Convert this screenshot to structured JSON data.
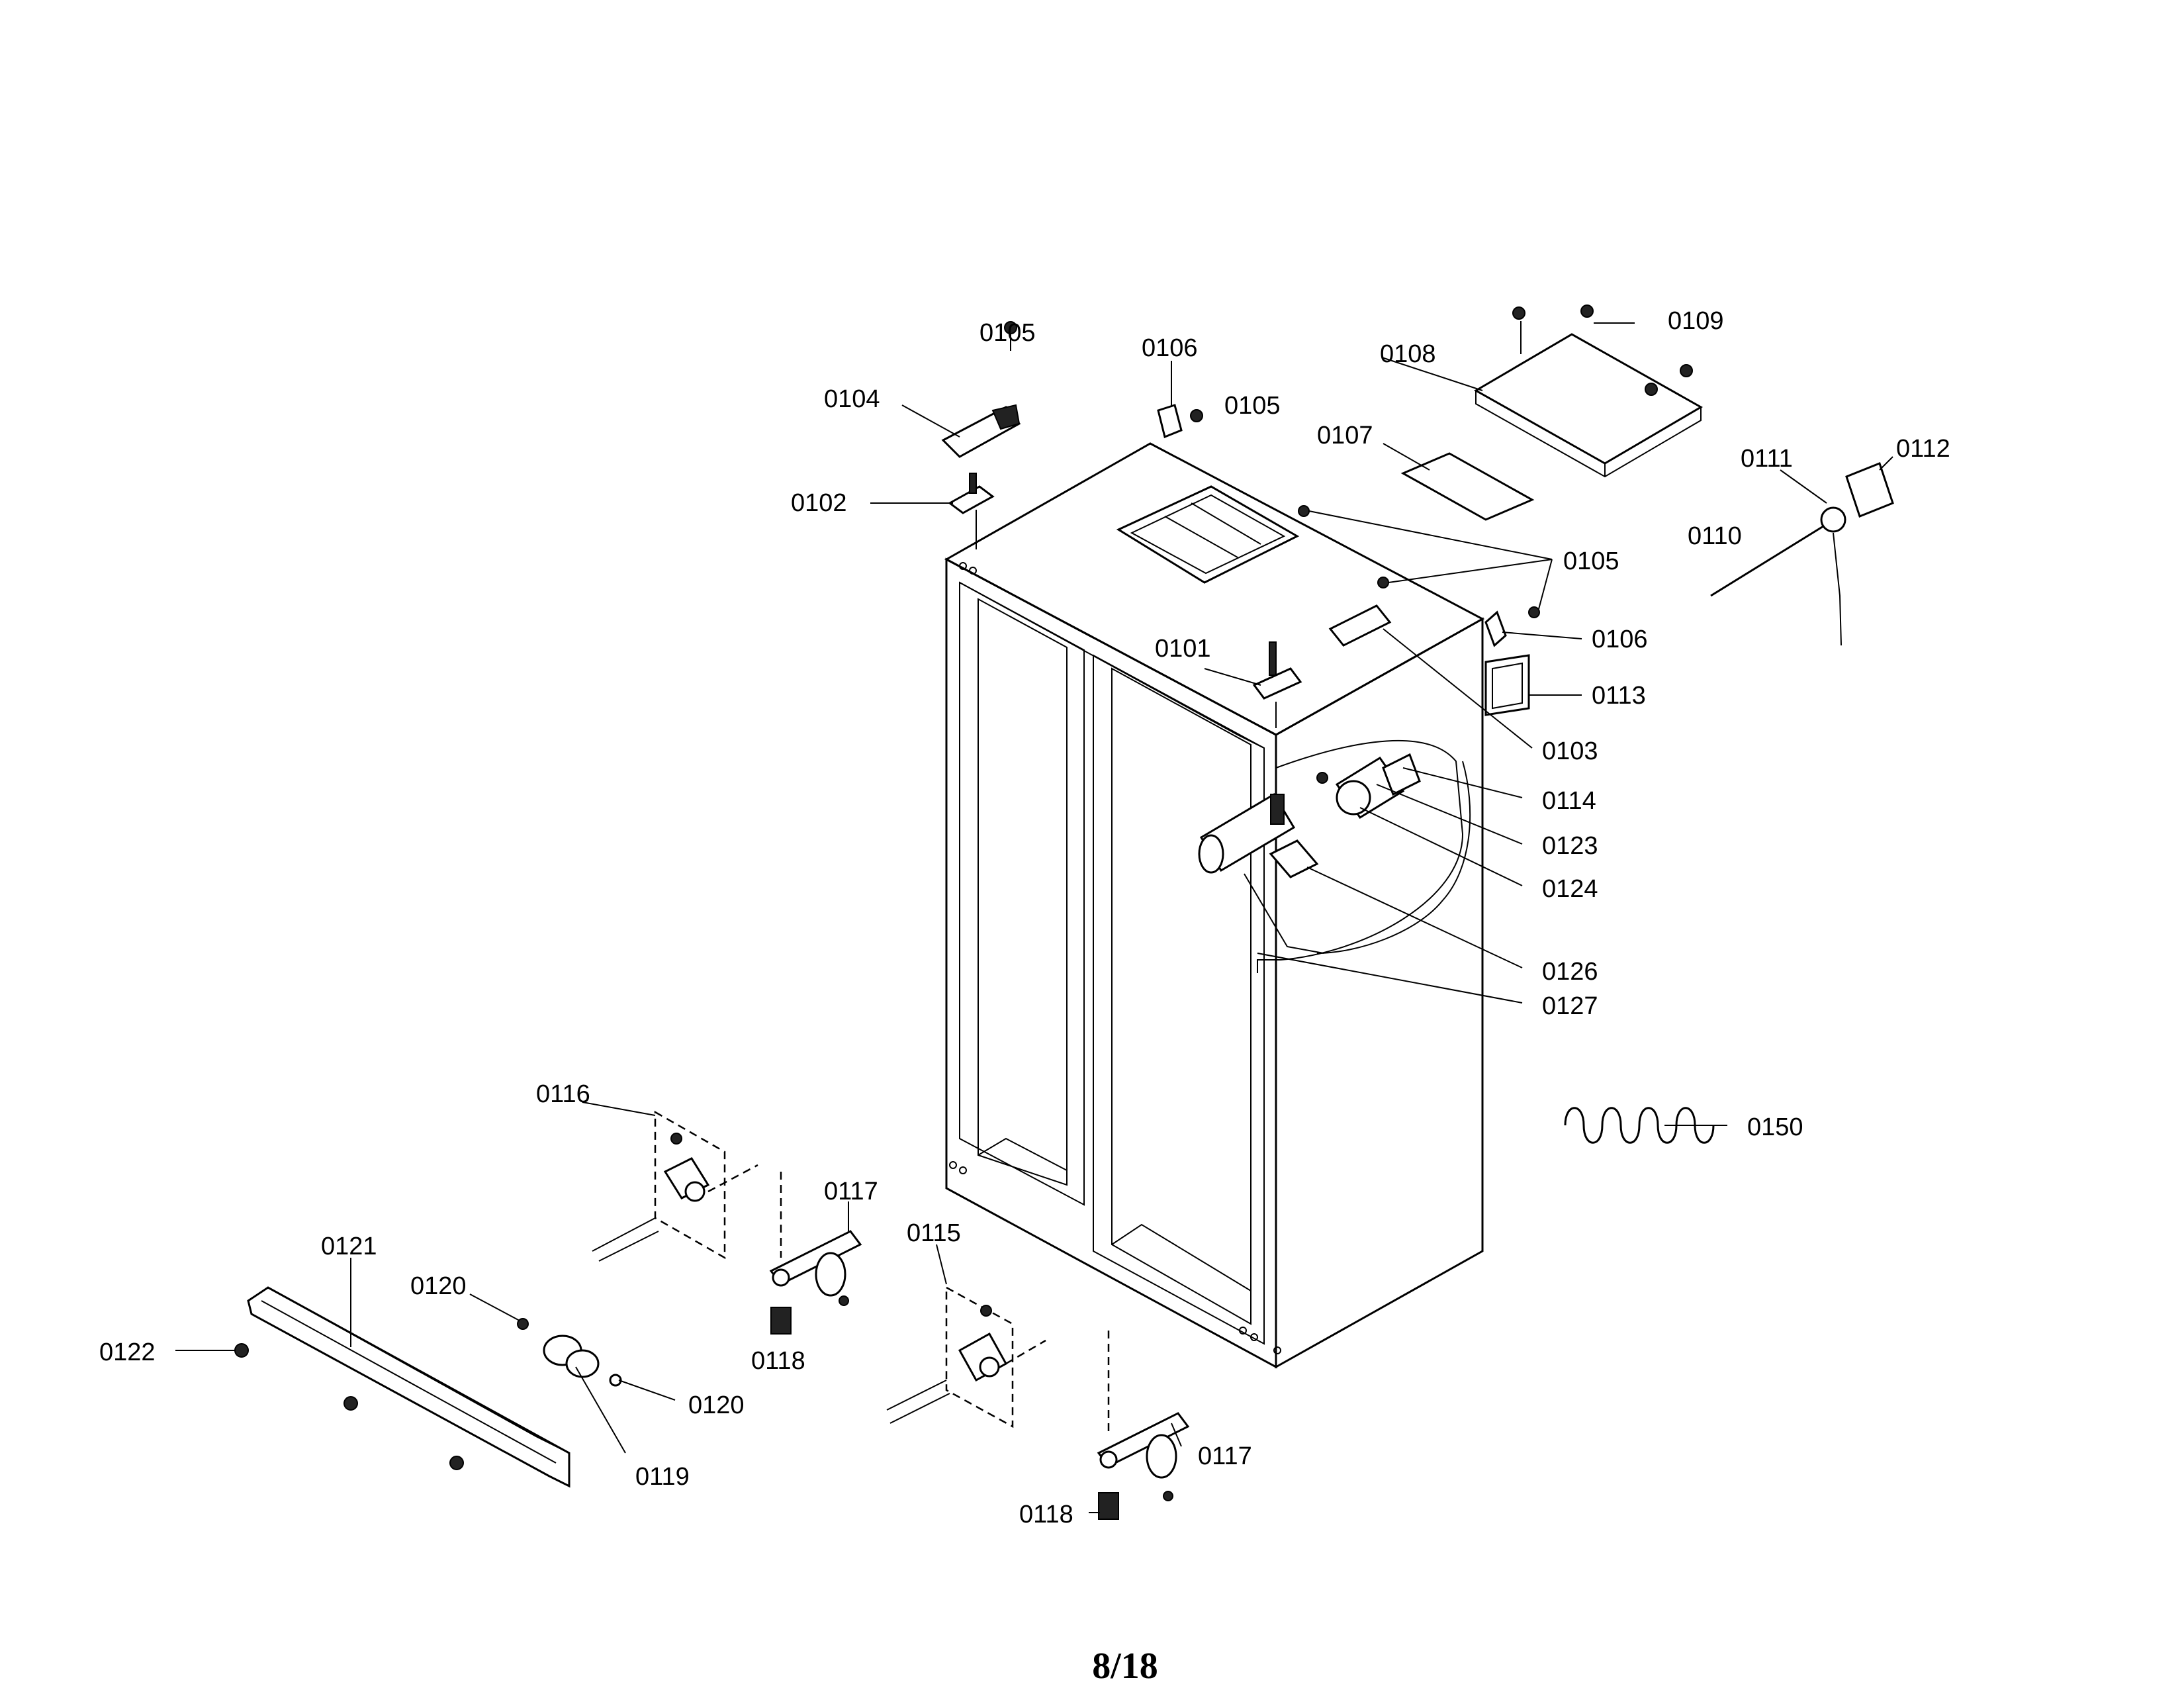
{
  "diagram": {
    "page_number": "8/18",
    "part_labels": {
      "l0101": "0101",
      "l0102": "0102",
      "l0103": "0103",
      "l0104": "0104",
      "l0105_top": "0105",
      "l0105_mid": "0105",
      "l0105_right": "0105",
      "l0106_top": "0106",
      "l0106_right": "0106",
      "l0107": "0107",
      "l0108": "0108",
      "l0109": "0109",
      "l0110": "0110",
      "l0111": "0111",
      "l0112": "0112",
      "l0113": "0113",
      "l0114": "0114",
      "l0115": "0115",
      "l0116": "0116",
      "l0117_left": "0117",
      "l0117_right": "0117",
      "l0118_left": "0118",
      "l0118_right": "0118",
      "l0119": "0119",
      "l0120_top": "0120",
      "l0120_bottom": "0120",
      "l0121": "0121",
      "l0122": "0122",
      "l0123": "0123",
      "l0124": "0124",
      "l0126": "0126",
      "l0127": "0127",
      "l0150": "0150"
    }
  }
}
